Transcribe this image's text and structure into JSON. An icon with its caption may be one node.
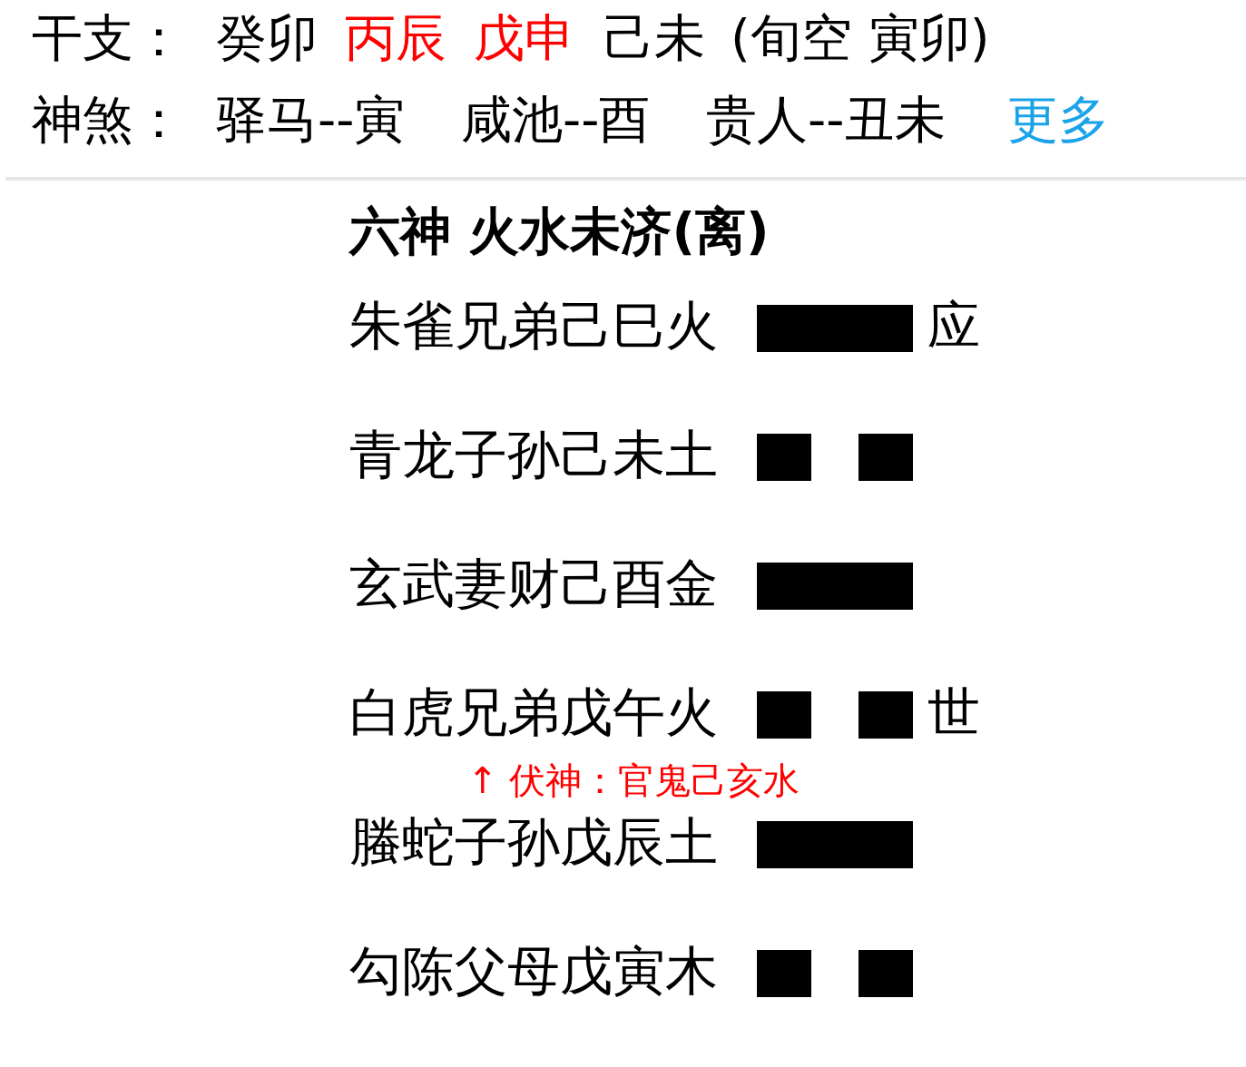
{
  "diagram": {
    "title": "六神 火水未济(离)",
    "labels": [
      "干支：",
      "癸卯",
      "丙辰",
      "戊申",
      "己未",
      "(旬空 寅卯)",
      "神煞：",
      "驿马--寅",
      "咸池--酉",
      "贵人--丑未",
      "更多",
      "朱雀兄弟己巳火",
      "应",
      "青龙子孙己未土",
      "玄武妻财己酉金",
      "白虎兄弟戊午火",
      "世",
      "↑ 伏神：官鬼己亥水",
      "螣蛇子孙戊辰土",
      "勾陈父母戊寅木"
    ]
  }
}
